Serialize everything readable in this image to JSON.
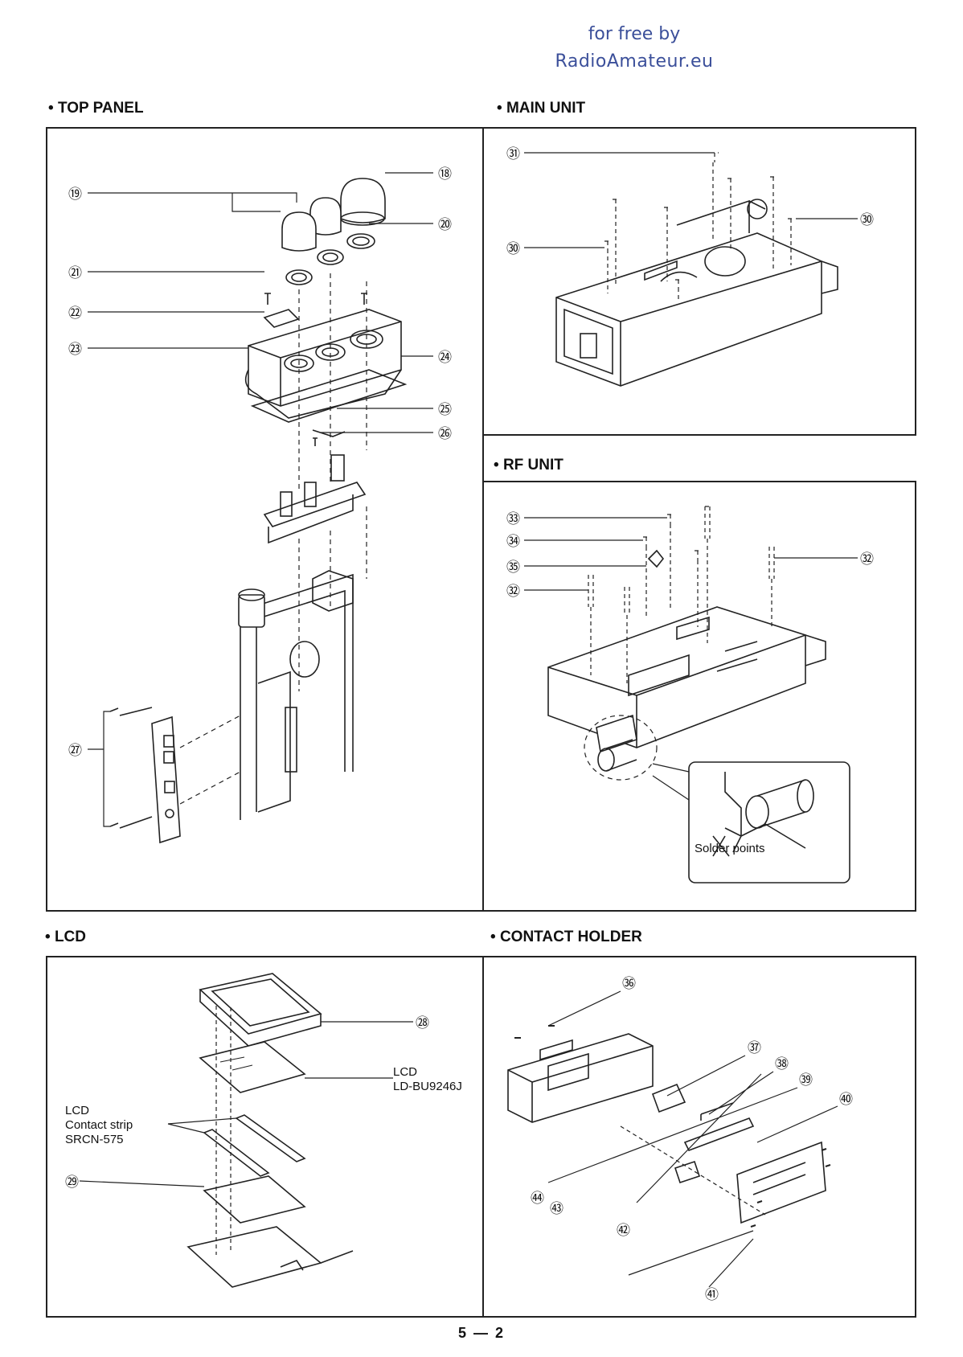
{
  "watermark": {
    "line1": "for free by",
    "line2": "RadioAmateur.eu"
  },
  "sections": {
    "top_panel": {
      "title": "TOP PANEL"
    },
    "main_unit": {
      "title": "MAIN UNIT"
    },
    "rf_unit": {
      "title": "RF UNIT",
      "callout": "Solder points"
    },
    "lcd": {
      "title": "LCD",
      "lcd_label": "LCD",
      "lcd_part": "LD-BU9246J",
      "strip_line1": "LCD",
      "strip_line2": "Contact strip",
      "strip_line3": "SRCN-575"
    },
    "contact_holder": {
      "title": "CONTACT HOLDER"
    }
  },
  "callouts": {
    "n18": "⑱",
    "n19": "⑲",
    "n20": "⑳",
    "n21": "㉑",
    "n22": "㉒",
    "n23": "㉓",
    "n24": "㉔",
    "n25": "㉕",
    "n26": "㉖",
    "n27": "㉗",
    "n28": "㉘",
    "n29": "㉙",
    "n30": "㉚",
    "n31": "㉛",
    "n32": "㉜",
    "n33": "㉝",
    "n34": "㉞",
    "n35": "㉟",
    "n36": "㊱",
    "n37": "㊲",
    "n38": "㊳",
    "n39": "㊴",
    "n40": "㊵",
    "n41": "㊶",
    "n42": "㊷",
    "n43": "㊸",
    "n44": "㊹"
  },
  "page_number": "5 — 2"
}
